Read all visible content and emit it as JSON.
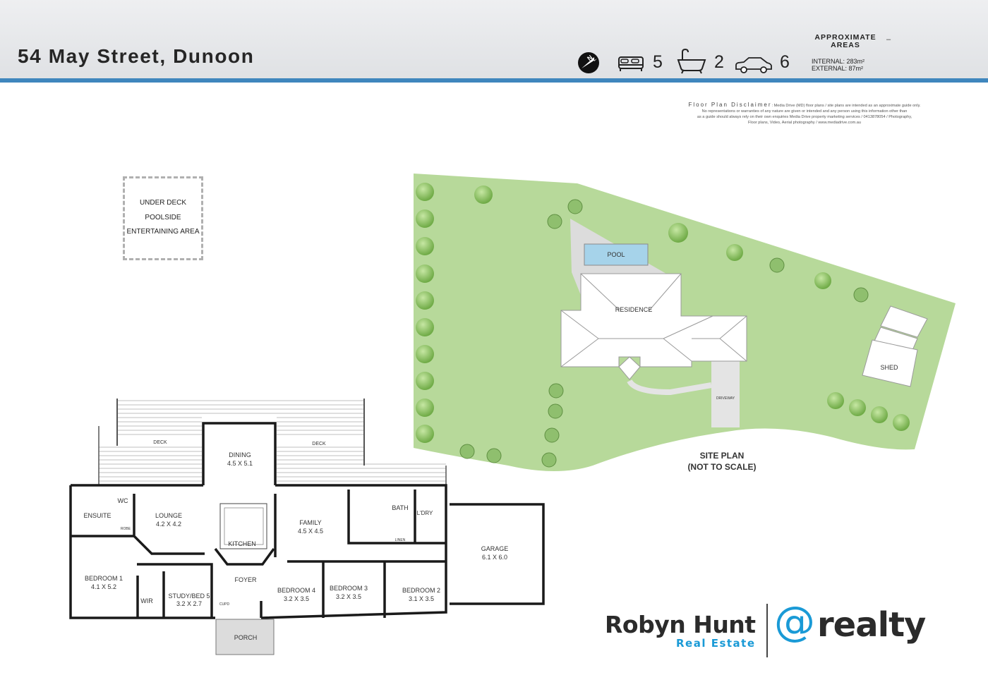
{
  "header": {
    "address": "54 May Street, Dunoon",
    "features": {
      "bedrooms": "5",
      "bathrooms": "2",
      "cars": "6"
    },
    "areas_title_line1": "APPROXIMATE",
    "areas_title_line2": "AREAS",
    "internal": "INTERNAL: 283m²",
    "external": "EXTERNAL: 87m²",
    "dash": "–"
  },
  "disclaimer": {
    "heading": "Floor Plan Disclaimer",
    "line1": ": Media Drive (MD) floor plans / site plans are intended as an approximate guide only.",
    "line2": "No representations or warranties of any nature are given or intended and any person using this information other than",
    "line3": "as a guide should always rely on their own enquiries Media Drive property marketing services / 0413878054 / Photography,",
    "line4": "Floor plans, Video, Aerial photography / www.mediadrive.com.au"
  },
  "under_deck": {
    "line1": "UNDER DECK",
    "line2": "POOLSIDE",
    "line3": "ENTERTAINING AREA"
  },
  "site_plan": {
    "pool": "POOL",
    "residence": "RESIDENCE",
    "shed": "SHED",
    "driveway": "DRIVEWAY",
    "title": "SITE PLAN",
    "subtitle": "(NOT TO SCALE)"
  },
  "floor_plan": {
    "deck_left": "DECK",
    "deck_right": "DECK",
    "dining": "DINING",
    "dining_size": "4.5 X 5.1",
    "wc": "WC",
    "ensuite": "ENSUITE",
    "robe_small": "ROBE",
    "lounge": "LOUNGE",
    "lounge_size": "4.2 X 4.2",
    "kitchen": "KITCHEN",
    "family": "FAMILY",
    "family_size": "4.5 X 4.5",
    "bath": "BATH",
    "laundry": "L'DRY",
    "linen": "LINEN",
    "garage": "GARAGE",
    "garage_size": "6.1 X 6.0",
    "bedroom1": "BEDROOM 1",
    "bedroom1_size": "4.1 X 5.2",
    "wir": "WIR",
    "study": "STUDY/BED 5",
    "study_size": "3.2 X 2.7",
    "foyer": "FOYER",
    "cupd": "CUPD",
    "bedroom4": "BEDROOM 4",
    "bedroom4_size": "3.2 X 3.5",
    "bedroom3": "BEDROOM 3",
    "bedroom3_size": "3.2 X 3.5",
    "bedroom2": "BEDROOM 2",
    "bedroom2_size": "3.1 X 3.5",
    "porch": "PORCH"
  },
  "branding": {
    "agent_name": "Robyn Hunt",
    "agent_sub": "Real Estate",
    "at": "@",
    "realty": "realty",
    "accent": "#1a9ad6"
  },
  "icons": [
    "north-arrow-icon",
    "bed-icon",
    "bath-icon",
    "car-icon"
  ],
  "colors": {
    "header_stripe": "#3f86bd",
    "lawn": "#b7d99a",
    "paving": "#dcdcdc"
  }
}
